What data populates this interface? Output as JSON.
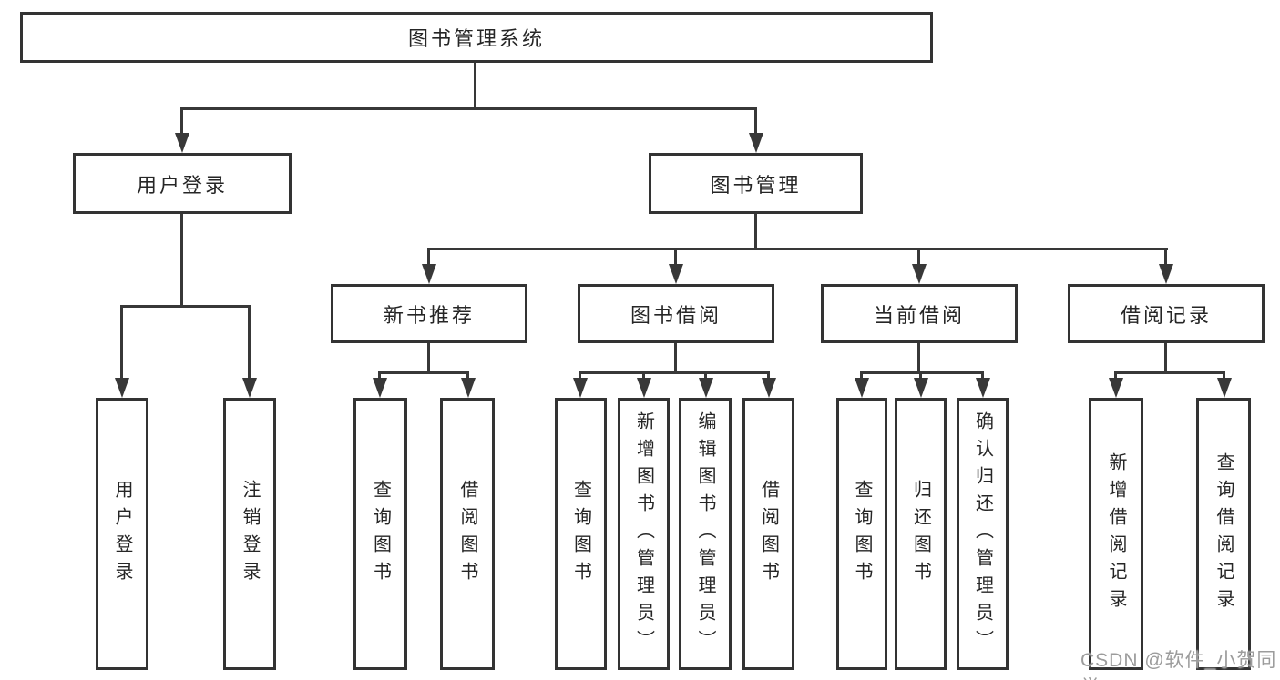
{
  "diagram": {
    "title": "图书管理系统",
    "root": {
      "label": "图书管理系统"
    },
    "branches": [
      {
        "label": "用户登录",
        "children": [
          {
            "label": "用户登录"
          },
          {
            "label": "注销登录"
          }
        ]
      },
      {
        "label": "图书管理",
        "children": [
          {
            "label": "新书推荐",
            "children": [
              {
                "label": "查询图书"
              },
              {
                "label": "借阅图书"
              }
            ]
          },
          {
            "label": "图书借阅",
            "children": [
              {
                "label": "查询图书"
              },
              {
                "label": "新增图书（管理员）"
              },
              {
                "label": "编辑图书（管理员）"
              },
              {
                "label": "借阅图书"
              }
            ]
          },
          {
            "label": "当前借阅",
            "children": [
              {
                "label": "查询图书"
              },
              {
                "label": "归还图书"
              },
              {
                "label": "确认归还（管理员）"
              }
            ]
          },
          {
            "label": "借阅记录",
            "children": [
              {
                "label": "新增借阅记录"
              },
              {
                "label": "查询借阅记录"
              }
            ]
          }
        ]
      }
    ],
    "watermark": "CSDN @软件_小贺同学",
    "colors": {
      "line": "#383838",
      "box_border": "#333333",
      "text": "#262626",
      "watermark": "#9c9c9c",
      "background": "#ffffff"
    }
  }
}
